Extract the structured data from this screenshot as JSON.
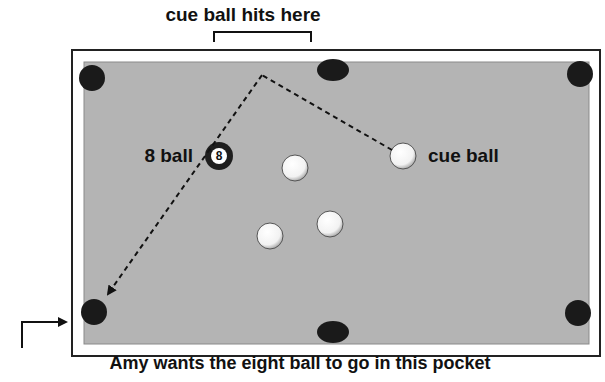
{
  "diagram": {
    "labels": [
      "cue ball hits here",
      "8 ball",
      "8",
      "cue ball",
      "Amy wants the eight ball to go in this pocket"
    ]
  }
}
